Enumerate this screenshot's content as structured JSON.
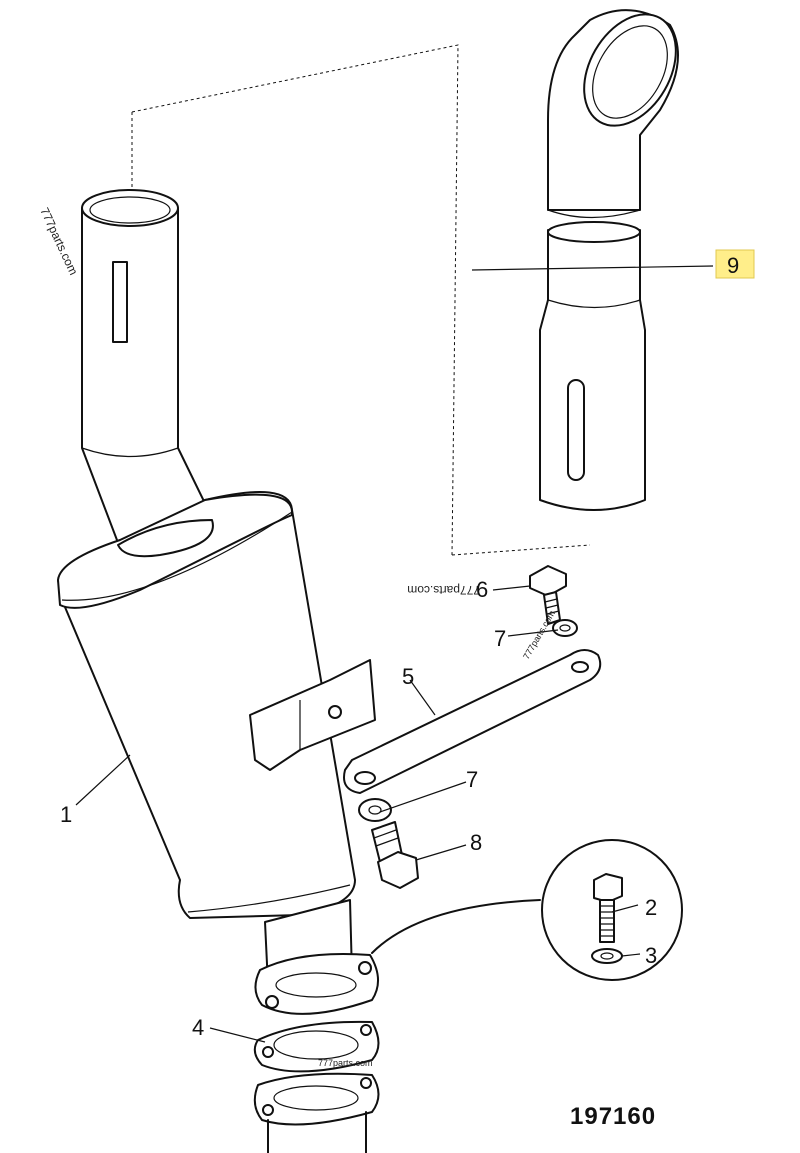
{
  "watermarks": {
    "left_vertical": "777parts.com",
    "near_bolt": "777parts.com",
    "near_washer": "777parts.com",
    "bottom": "777parts.com"
  },
  "callouts": {
    "c1": "1",
    "c2": "2",
    "c3": "3",
    "c4": "4",
    "c5": "5",
    "c6": "6",
    "c7a": "7",
    "c7b": "7",
    "c8": "8",
    "c9": "9"
  },
  "figure_number": "197160",
  "colors": {
    "highlight": "#ffee8a",
    "line": "#111111"
  }
}
